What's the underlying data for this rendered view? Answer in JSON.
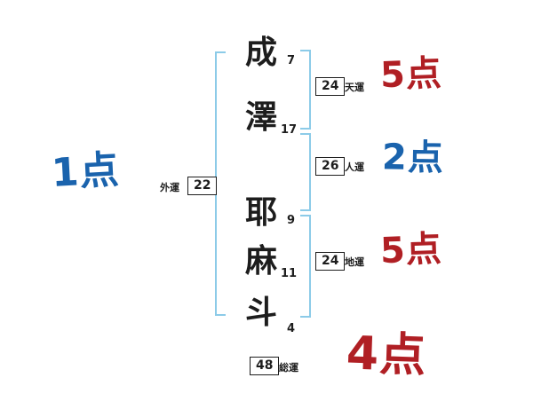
{
  "name_chars": [
    {
      "char": "成",
      "strokes": "7"
    },
    {
      "char": "澤",
      "strokes": "17"
    },
    {
      "char": "耶",
      "strokes": "9"
    },
    {
      "char": "麻",
      "strokes": "11"
    },
    {
      "char": "斗",
      "strokes": "4"
    }
  ],
  "fortunes": {
    "tenun": {
      "label": "天運",
      "value": "24",
      "score": "5点"
    },
    "jinun": {
      "label": "人運",
      "value": "26",
      "score": "2点"
    },
    "chiun": {
      "label": "地運",
      "value": "24",
      "score": "5点"
    },
    "soun": {
      "label": "総運",
      "value": "48",
      "score": "4点"
    },
    "gaiun": {
      "label": "外運",
      "value": "22",
      "score": "1点"
    }
  },
  "colors": {
    "red": "#b01f24",
    "blue": "#1a63ad",
    "bracket": "#8ccbe8",
    "ink": "#1d1d1d"
  }
}
